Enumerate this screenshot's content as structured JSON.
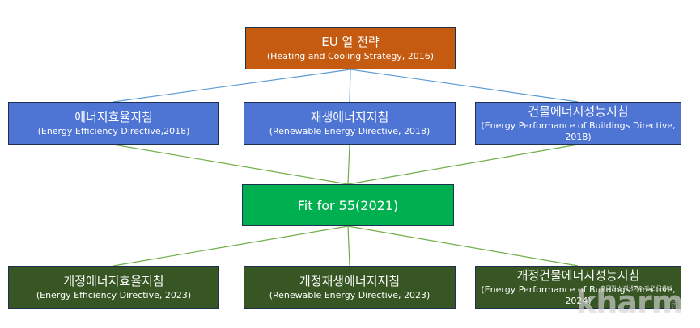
{
  "root": {
    "title": "EU 열 전략",
    "subtitle": "(Heating and Cooling Strategy, 2016)"
  },
  "directives": [
    {
      "title": "에너지효율지침",
      "subtitle": "(Energy Efficiency Directive,2018)"
    },
    {
      "title": "재생에너지지침",
      "subtitle": "(Renewable Energy Directive, 2018)"
    },
    {
      "title": "건물에너지성능지침",
      "subtitle": "(Energy Performance of Buildings Directive, 2018)"
    }
  ],
  "hub": {
    "title": "Fit for 55(2021)"
  },
  "revised": [
    {
      "title": "개정에너지효율지침",
      "subtitle": "(Energy Efficiency Directive, 2023)"
    },
    {
      "title": "개정재생에너지지침",
      "subtitle": "(Renewable Energy Directive, 2023)"
    },
    {
      "title": "개정건물에너지성능지침",
      "subtitle": "(Energy Performance of Buildings Directive, 2024)"
    }
  ],
  "watermark": {
    "logo": "kharm",
    "small": "수도권 신재생에너지 연구센터",
    "kr": "칸"
  },
  "colors": {
    "root": "#c55a11",
    "directive": "#4e74d4",
    "hub": "#00b050",
    "revised": "#375623",
    "blue_line": "#5b9bd5",
    "green_line": "#70ad47"
  }
}
